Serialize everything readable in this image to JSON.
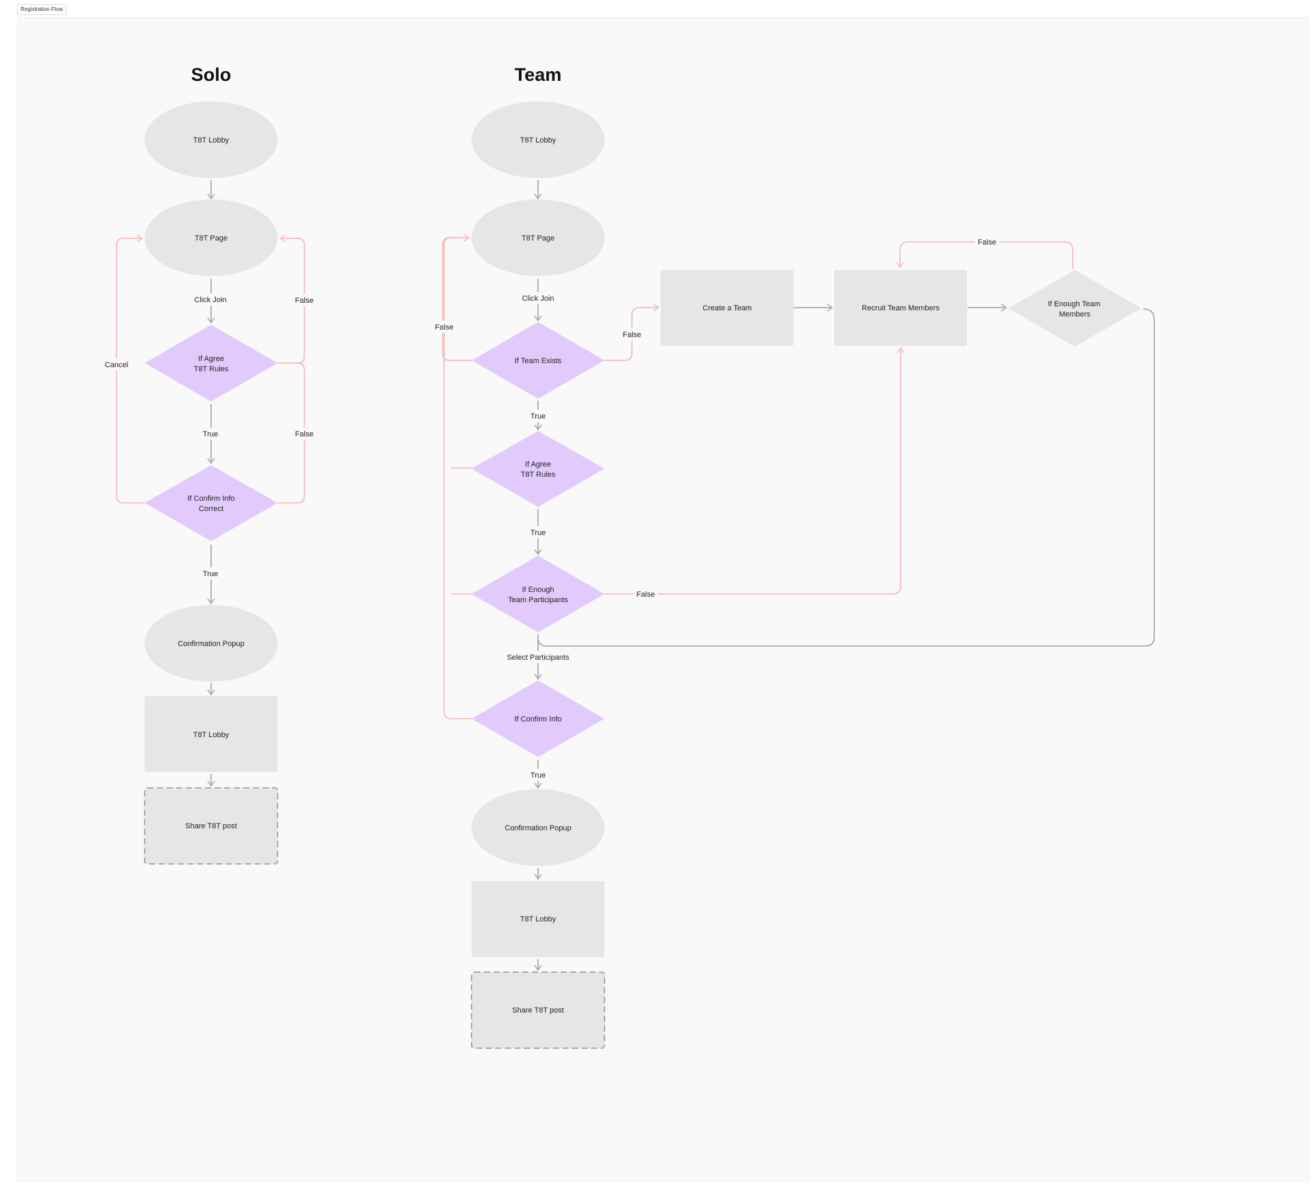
{
  "frame": {
    "title": "Registration Flow"
  },
  "colors": {
    "canvas": "#f9f9f9",
    "node_gray": "#e6e6e6",
    "node_purple": "#e2cbfc",
    "edge_gray": "#aaaaaa",
    "edge_pink": "#f6bcbc",
    "text": "#1e1e1e"
  },
  "solo": {
    "title": "Solo",
    "lobby": "T8T Lobby",
    "page": "T8T Page",
    "agree": [
      "If Agree",
      "T8T Rules"
    ],
    "confirm": [
      "If Confirm Info",
      "Correct"
    ],
    "popup": "Confirmation Popup",
    "lobby2": "T8T Lobby",
    "share": "Share T8T post",
    "labels": {
      "click_join": "Click Join",
      "true1": "True",
      "true2": "True",
      "false1": "False",
      "false2": "False",
      "cancel": "Cancel"
    }
  },
  "team": {
    "title": "Team",
    "lobby": "T8T Lobby",
    "page": "T8T Page",
    "exists": "If Team Exists",
    "agree": [
      "If Agree",
      "T8T Rules"
    ],
    "enough": [
      "If Enough",
      "Team Participants"
    ],
    "confirm": "If Confirm Info",
    "popup": "Confirmation Popup",
    "lobby2": "T8T Lobby",
    "share": "Share T8T post",
    "create": "Create a Team",
    "recruit": "Recruit Team Members",
    "enough_members": [
      "If Enough Team",
      "Members"
    ],
    "labels": {
      "click_join": "Click Join",
      "true1": "True",
      "true2": "True",
      "true3": "True",
      "select": "Select Participants",
      "false_left": "False",
      "false_exists": "False",
      "false_enough": "False",
      "false_top": "False"
    }
  }
}
